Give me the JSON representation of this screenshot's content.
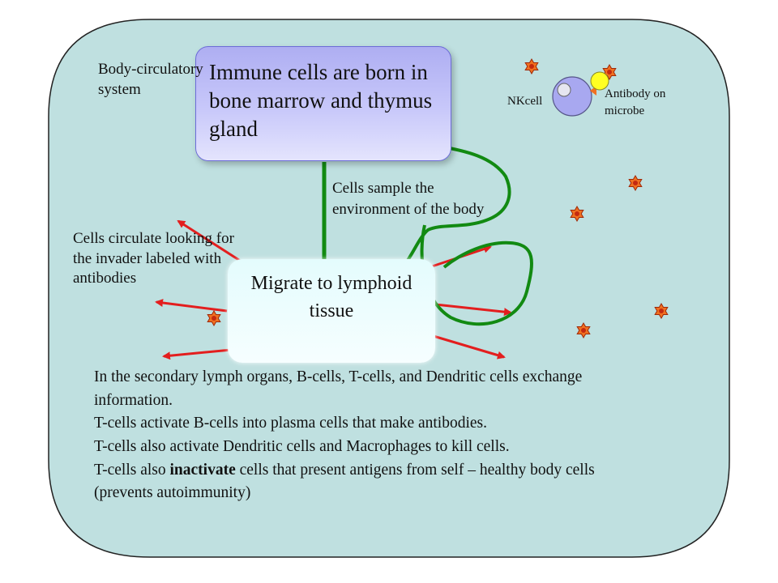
{
  "colors": {
    "panel_fill": "#bfe0e0",
    "panel_border": "#222222",
    "arrow_red": "#e31e1e",
    "arrow_green": "#128a12",
    "microbe_fill": "#f07020",
    "microbe_center": "#c42a10",
    "nk_cell_fill": "#a8a8f0",
    "antibody_fill": "#ffff22"
  },
  "labels": {
    "body_system": "Body-circulatory system",
    "born_box": "Immune cells are born in bone marrow and thymus gland",
    "migrate_box": "Migrate to lymphoid tissue",
    "cells_sample": "Cells sample the environment of the body",
    "cells_circulate": "Cells circulate looking for the invader labeled with antibodies",
    "nkcell": "NKcell",
    "antibody": "Antibody on microbe"
  },
  "secondary_text": {
    "line1": "In the secondary lymph organs, B-cells, T-cells, and Dendritic cells exchange information.",
    "line2": "T-cells activate B-cells into plasma cells that make antibodies.",
    "line3": "T-cells also activate Dendritic cells and Macrophages to kill cells.",
    "line4_prefix": "T-cells also ",
    "line4_bold": "inactivate",
    "line4_suffix": " cells that present antigens from self – healthy body cells (prevents autoimmunity)"
  }
}
